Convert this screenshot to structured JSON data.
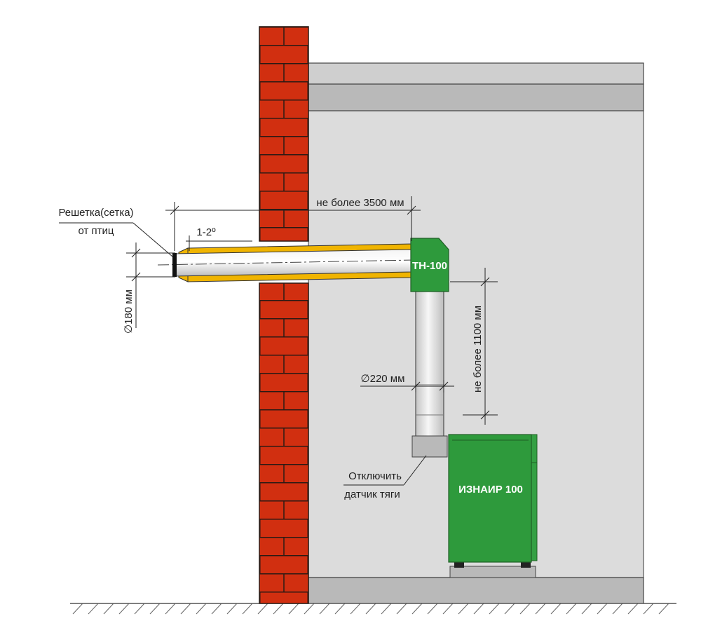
{
  "labels": {
    "grid_line1": "Решетка(сетка)",
    "grid_line2": "от птиц",
    "slope": "1-2º",
    "max_horizontal": "не более 3500 мм",
    "diam_outlet": "∅180 мм",
    "diam_pipe": "∅220 мм",
    "max_vertical": "не более 1100 мм",
    "sensor_line1": "Отключить",
    "sensor_line2": "датчик тяги",
    "fan_label": "ТН-100",
    "boiler_label": "ИЗНАИР 100"
  },
  "colors": {
    "brick": "#d12f10",
    "mortar": "#2b1a14",
    "room": "#dcdcdc",
    "slab": "#cfcfcf",
    "equipment_green": "#2e9a3c",
    "insulation": "#f0b400",
    "pipe": "#dedede"
  }
}
